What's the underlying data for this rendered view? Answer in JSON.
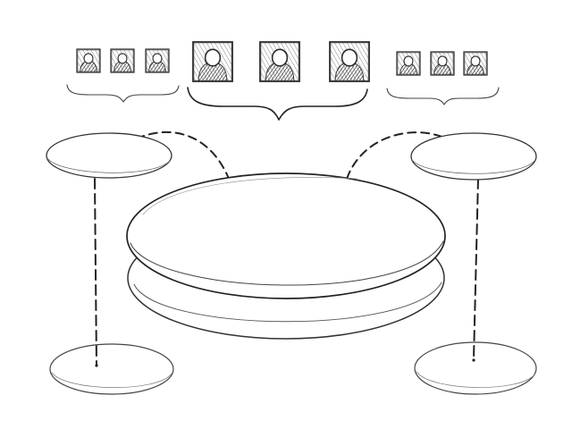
{
  "diagram": {
    "style": "pencil-sketch",
    "colors": {
      "ink": "#2a2a2a",
      "light_ink": "#5a5a5a",
      "fill": "#ffffff",
      "shade": "#3a3a3a"
    },
    "icon": "user-avatar-icon",
    "groups": [
      {
        "id": "left",
        "avatar_count": 3,
        "size": "small"
      },
      {
        "id": "center",
        "avatar_count": 3,
        "size": "large"
      },
      {
        "id": "right",
        "avatar_count": 3,
        "size": "small"
      }
    ],
    "elements": [
      "left-top-disc",
      "right-top-disc",
      "central-stacked-disc",
      "left-bottom-disc",
      "right-bottom-disc"
    ],
    "connectors": [
      {
        "from": "left-top-disc",
        "to": "central-stacked-disc",
        "style": "dashed-arc"
      },
      {
        "from": "right-top-disc",
        "to": "central-stacked-disc",
        "style": "dashed-arc"
      },
      {
        "from": "left-top-disc",
        "to": "left-bottom-disc",
        "style": "dashed-line"
      },
      {
        "from": "right-top-disc",
        "to": "right-bottom-disc",
        "style": "dashed-line"
      }
    ]
  }
}
